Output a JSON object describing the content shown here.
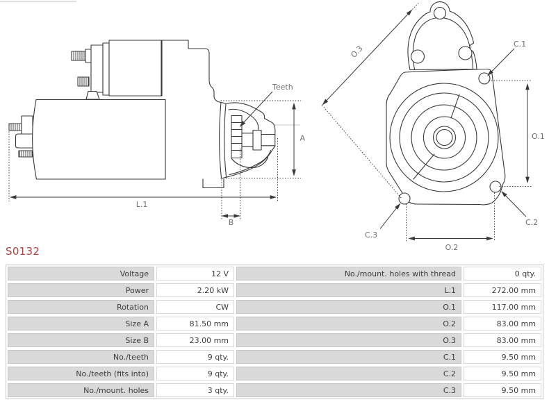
{
  "part_number": "S0132",
  "colors": {
    "part_number": "#b2403f",
    "drawing_line": "#383838",
    "dimension_label": "#6f6f6f",
    "table_label_bg": "#d9d9d9",
    "table_value_bg": "#ffffff",
    "table_border": "#c9c9c9",
    "table_text": "#3c3c3c"
  },
  "side_view": {
    "labels": {
      "teeth": "Teeth",
      "a": "A",
      "b": "B",
      "l1": "L.1"
    }
  },
  "front_view": {
    "labels": {
      "o1": "O.1",
      "o2": "O.2",
      "o3": "O.3",
      "c1": "C.1",
      "c2": "C.2",
      "c3": "C.3"
    }
  },
  "spec_table": {
    "rows": [
      {
        "label_left": "Voltage",
        "value_left": "12 V",
        "label_right": "No./mount. holes with thread",
        "value_right": "0 qty."
      },
      {
        "label_left": "Power",
        "value_left": "2.20 kW",
        "label_right": "L.1",
        "value_right": "272.00 mm"
      },
      {
        "label_left": "Rotation",
        "value_left": "CW",
        "label_right": "O.1",
        "value_right": "117.00 mm"
      },
      {
        "label_left": "Size A",
        "value_left": "81.50 mm",
        "label_right": "O.2",
        "value_right": "83.00 mm"
      },
      {
        "label_left": "Size B",
        "value_left": "23.00 mm",
        "label_right": "O.3",
        "value_right": "83.00 mm"
      },
      {
        "label_left": "No./teeth",
        "value_left": "9 qty.",
        "label_right": "C.1",
        "value_right": "9.50 mm"
      },
      {
        "label_left": "No./teeth (fits into)",
        "value_left": "9 qty.",
        "label_right": "C.2",
        "value_right": "9.50 mm"
      },
      {
        "label_left": "No./mount. holes",
        "value_left": "3 qty.",
        "label_right": "C.3",
        "value_right": "9.50 mm"
      }
    ]
  }
}
